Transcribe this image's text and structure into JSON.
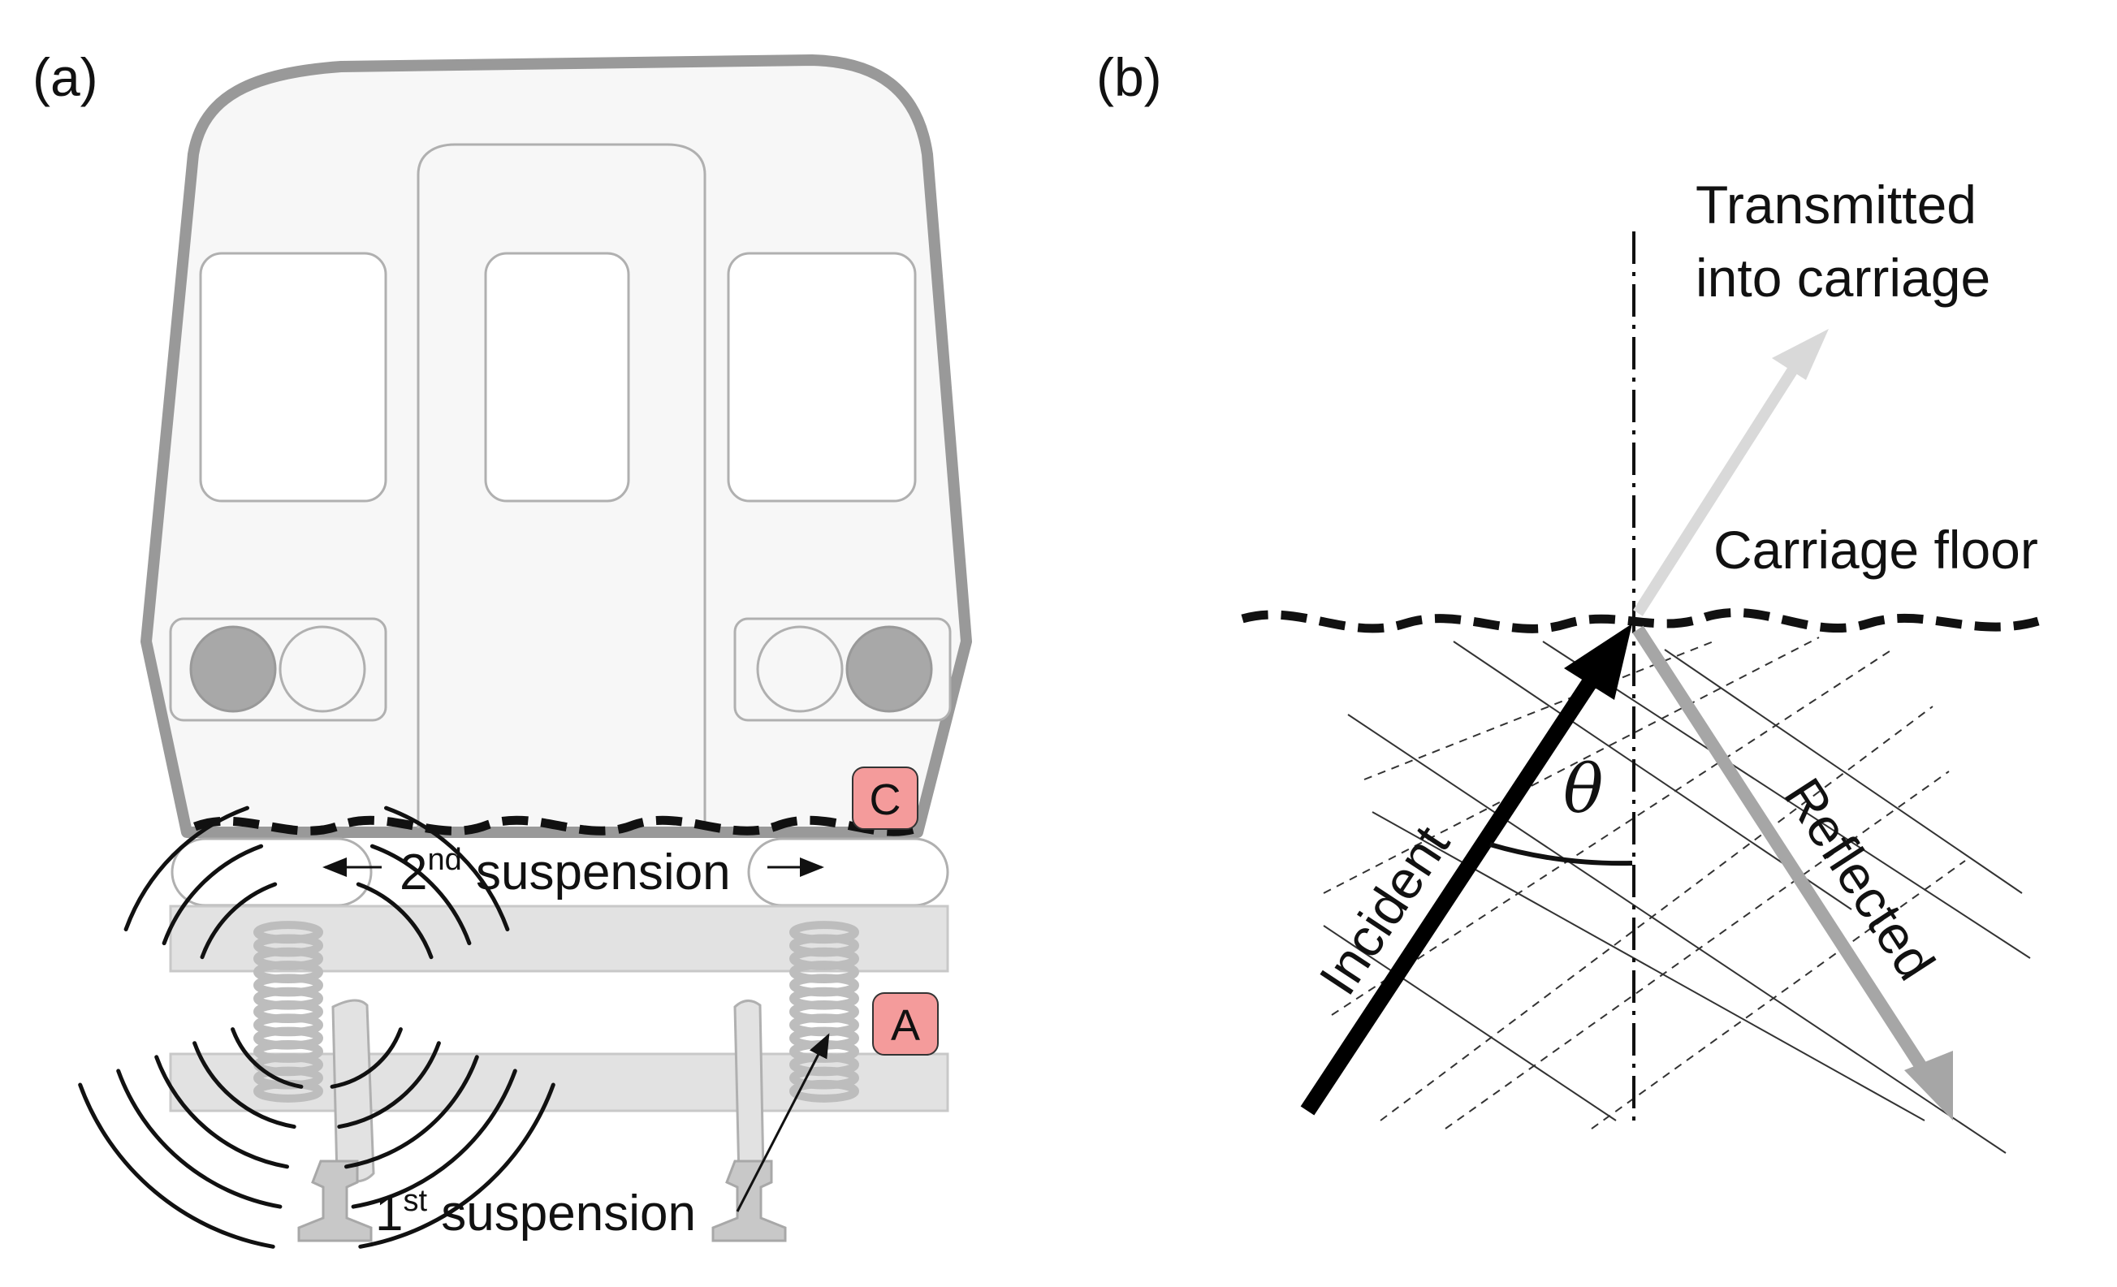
{
  "panel_a": {
    "label": "(a)",
    "badge_c": "C",
    "badge_a": "A",
    "second_suspension": {
      "ordinal": "2",
      "suffix": "nd",
      "text": " suspension"
    },
    "first_suspension": {
      "ordinal": "1",
      "suffix": "st",
      "text": " suspension"
    }
  },
  "panel_b": {
    "label": "(b)",
    "transmitted_line1": "Transmitted",
    "transmitted_line2": "into carriage",
    "carriage_floor": "Carriage floor",
    "incident": "Incident",
    "reflected": "Reflected",
    "angle_symbol": "θ"
  },
  "colors": {
    "body_fill": "#f7f7f7",
    "body_stroke": "#999999",
    "detail_stroke": "#b0b0b0",
    "badge_fill": "#f49b9b",
    "bogie_fill": "#e2e2e2",
    "spring_stroke": "#bdbdbd",
    "incident_arrow": "#000000",
    "reflected_arrow": "#a6a6a6",
    "transmitted_arrow": "#d9d9d9"
  }
}
